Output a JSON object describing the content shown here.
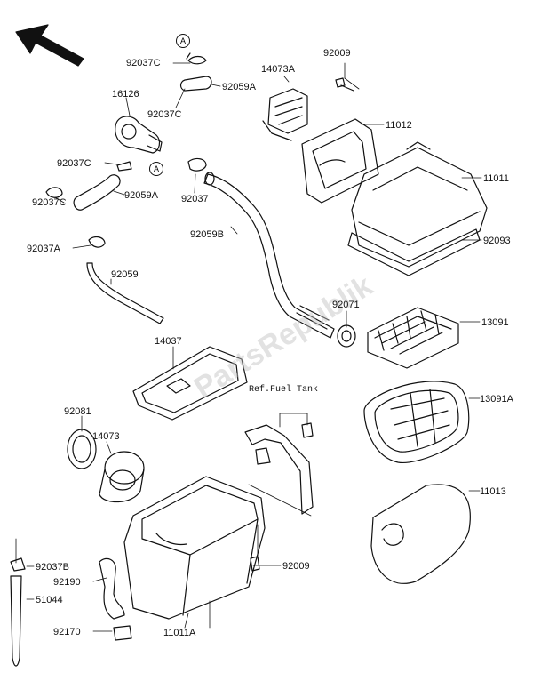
{
  "watermark": "PartsRepublik",
  "ref_note": "Ref.Fuel Tank",
  "circle_label": "A",
  "labels": {
    "p92037C_a": "92037C",
    "p92059A_a": "92059A",
    "p92037C_b": "92037C",
    "p16126": "16126",
    "p92037C_c": "92037C",
    "p92059A_b": "92059A",
    "p92037C_d": "92037C",
    "p92037A": "92037A",
    "p92037": "92037",
    "p92059": "92059",
    "p92059B": "92059B",
    "p14073A": "14073A",
    "p92009_top": "92009",
    "p11012": "11012",
    "p11011": "11011",
    "p92093": "92093",
    "p92071": "92071",
    "p13091": "13091",
    "p14037": "14037",
    "p13091A": "13091A",
    "p92081": "92081",
    "p14073": "14073",
    "p11013": "11013",
    "p92037B": "92037B",
    "p92009_bot": "92009",
    "p92190": "92190",
    "p51044": "51044",
    "p92170": "92170",
    "p11011A": "11011A"
  }
}
